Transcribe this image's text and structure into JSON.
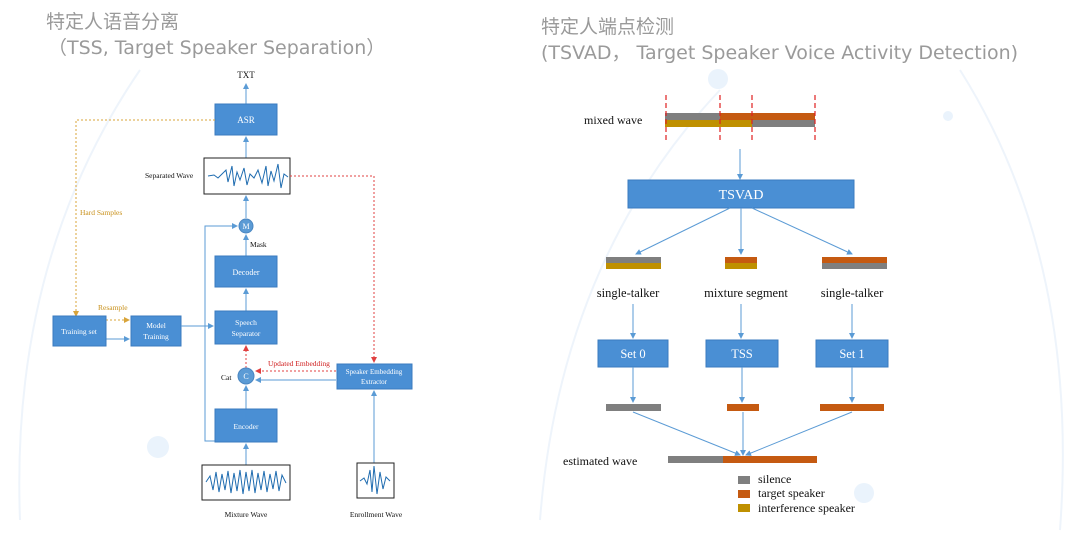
{
  "left": {
    "title_line1": "特定人语音分离",
    "title_line2": "（TSS, Target Speaker Separation）",
    "labels": {
      "txt": "TXT",
      "asr": "ASR",
      "separated_wave": "Separated Wave",
      "hard_samples": "Hard Samples",
      "m": "M",
      "mask": "Mask",
      "decoder": "Decoder",
      "resample": "Resample",
      "training_set": "Training set",
      "model_training_1": "Model",
      "model_training_2": "Training",
      "speech_separator_1": "Speech",
      "speech_separator_2": "Separator",
      "updated_embedding": "Updated Embedding",
      "cat": "Cat",
      "c": "C",
      "spk_emb_1": "Speaker Embedding",
      "spk_emb_2": "Extractor",
      "encoder": "Encoder",
      "mixture_wave": "Mixture Wave",
      "enrollment_wave": "Enrollment Wave"
    }
  },
  "right": {
    "title_line1": "特定人端点检测",
    "title_line2": "(TSVAD，  Target Speaker Voice Activity Detection)",
    "labels": {
      "mixed_wave": "mixed wave",
      "tsvad": "TSVAD",
      "single_talker_left": "single-talker",
      "mixture_segment": "mixture segment",
      "single_talker_right": "single-talker",
      "set0": "Set 0",
      "tss": "TSS",
      "set1": "Set 1",
      "estimated_wave": "estimated wave"
    },
    "legend": [
      {
        "label": "silence",
        "color": "#7f7f7f"
      },
      {
        "label": "target speaker",
        "color": "#c55a11"
      },
      {
        "label": "interference speaker",
        "color": "#bf9000"
      }
    ]
  }
}
